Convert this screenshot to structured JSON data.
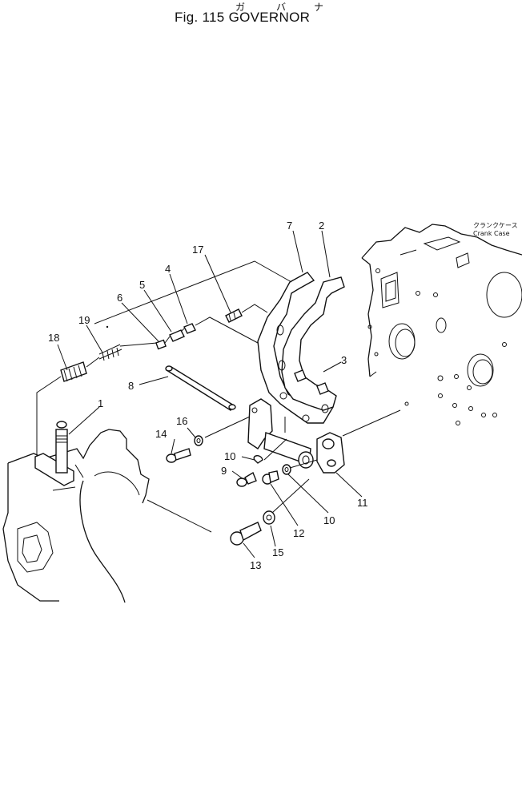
{
  "figure": {
    "title": "Fig. 115  GOVERNOR",
    "katakana": [
      "ガ",
      "バ",
      "ナ"
    ]
  },
  "crank_case": {
    "label_jp": "クランクケース",
    "label_en": "Crank Case"
  },
  "callouts": [
    "1",
    "2",
    "3",
    "4",
    "5",
    "6",
    "7",
    "8",
    "9",
    "10",
    "10",
    "11",
    "12",
    "13",
    "14",
    "15",
    "16",
    "17",
    "18",
    "19"
  ]
}
